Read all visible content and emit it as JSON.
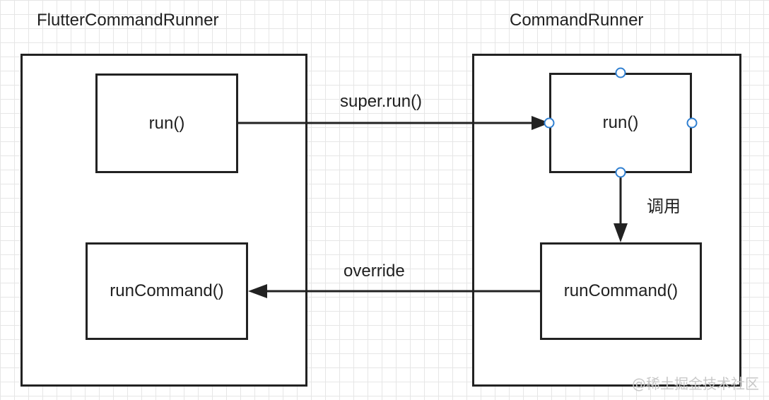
{
  "diagram": {
    "left_container_title": "FlutterCommandRunner",
    "right_container_title": "CommandRunner",
    "left_run_label": "run()",
    "left_runcommand_label": "runCommand()",
    "right_run_label": "run()",
    "right_runcommand_label": "runCommand()",
    "edge_super_run_label": "super.run()",
    "edge_call_label": "调用",
    "edge_override_label": "override"
  },
  "watermark": "@稀土掘金技术社区",
  "colors": {
    "stroke": "#222222",
    "handle": "#2f7fd1",
    "grid": "#e6e6e6"
  }
}
